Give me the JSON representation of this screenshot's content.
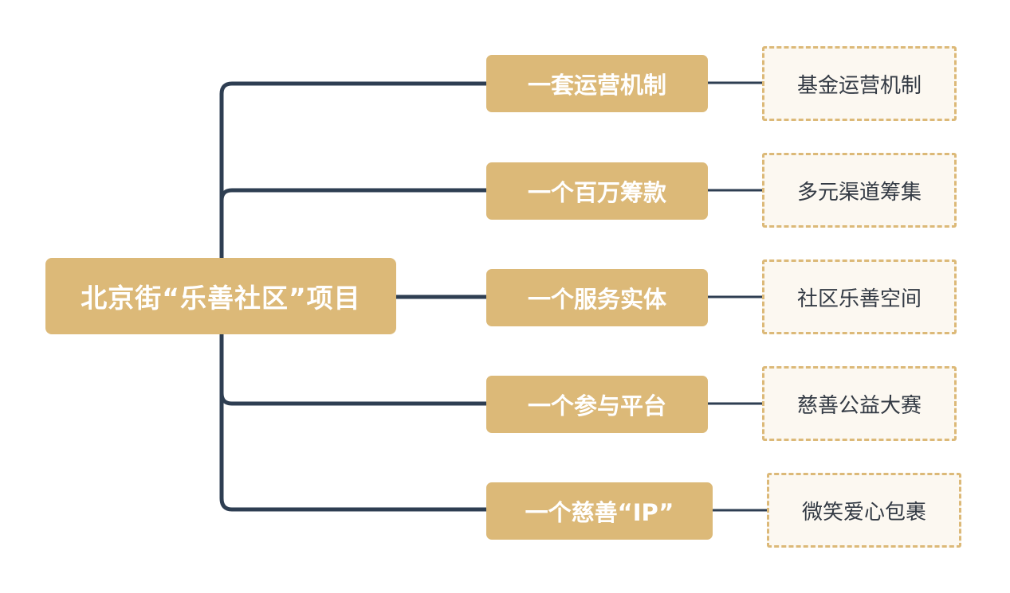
{
  "root": {
    "label": "北京街“乐善社区”项目"
  },
  "branches": [
    {
      "label": "一套运营机制",
      "leaf": "基金运营机制"
    },
    {
      "label": "一个百万筹款",
      "leaf": "多元渠道筹集"
    },
    {
      "label": "一个服务实体",
      "leaf": "社区乐善空间"
    },
    {
      "label": "一个参与平台",
      "leaf": "慈善公益大赛"
    },
    {
      "label": "一个慈善“IP”",
      "leaf": "微笑爱心包裹"
    }
  ],
  "colors": {
    "node_fill": "#dcb978",
    "node_text": "#ffffff",
    "leaf_fill": "#fcf8f1",
    "leaf_border": "#dcb978",
    "leaf_text": "#333a44",
    "connector": "#2e3e52"
  }
}
